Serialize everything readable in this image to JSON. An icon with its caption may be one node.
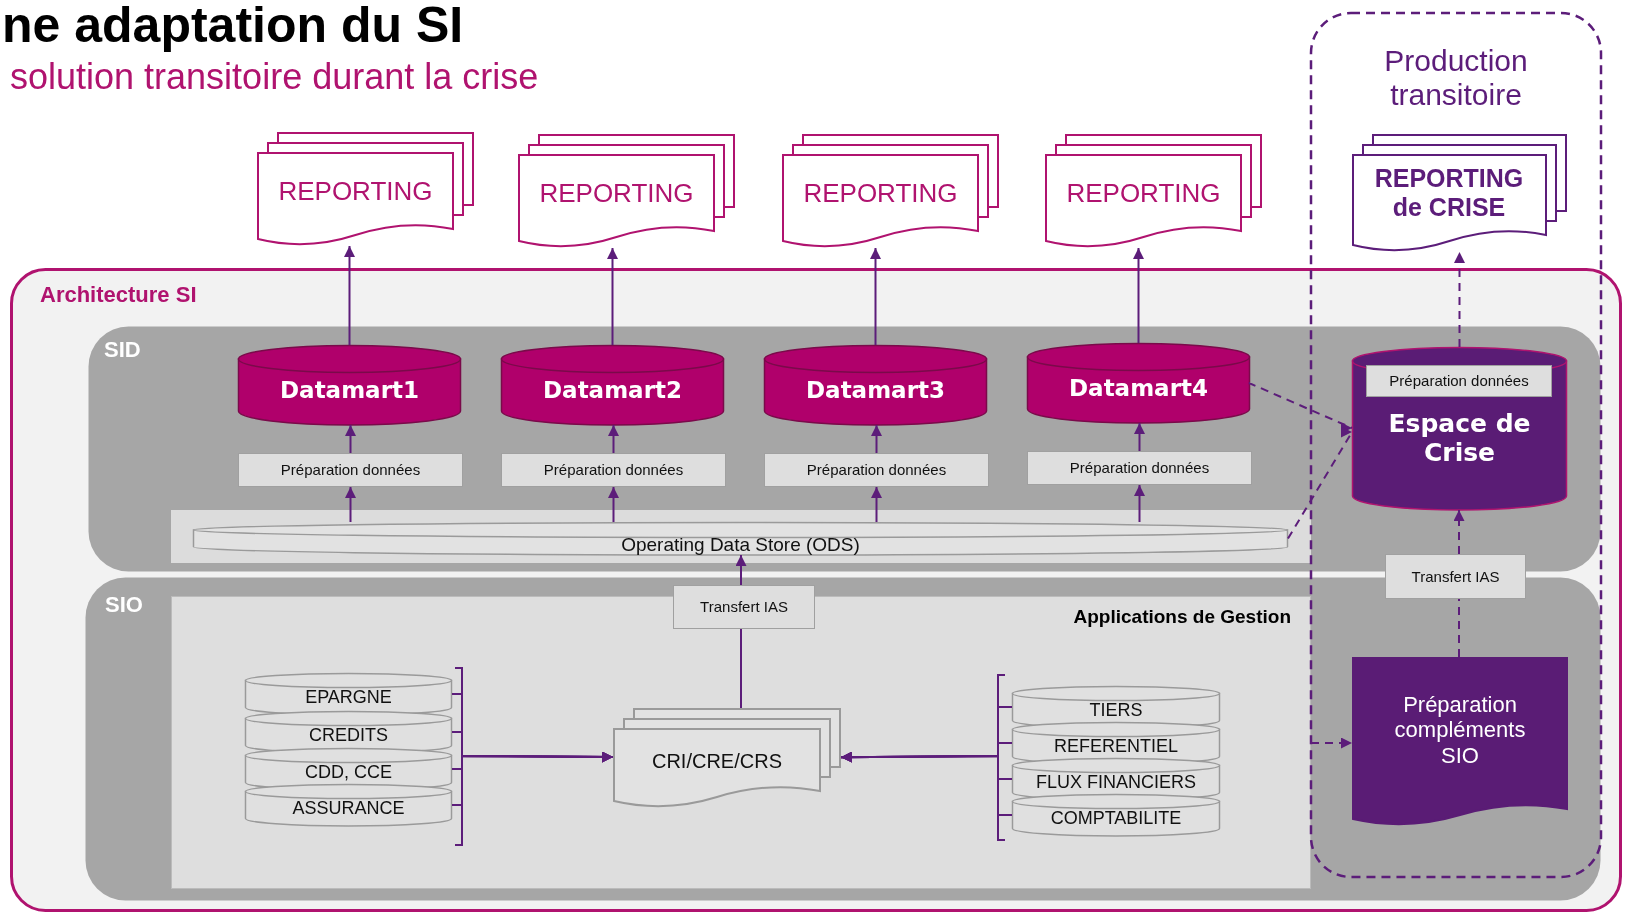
{
  "diagram": {
    "title": "ne adaptation du SI",
    "nodes": [
      {
        "text": [
          "Production transitoire"
        ]
      },
      {
        "text": [
          "REPORTING"
        ]
      },
      {
        "text": [
          "REPORTING"
        ]
      },
      {
        "text": [
          "REPORTING"
        ]
      },
      {
        "text": [
          "REPORTING"
        ]
      },
      {
        "text": [
          "REPORTING de CRISE"
        ],
        "in": 0
      },
      {
        "text": [
          "Architecture SI"
        ]
      },
      {
        "text": [
          "SID"
        ],
        "in": 6
      },
      {
        "text": [
          "Datamart1"
        ],
        "in": 7
      },
      {
        "text": [
          "Datamart2"
        ],
        "in": 7
      },
      {
        "text": [
          "Datamart3"
        ],
        "in": 7
      },
      {
        "text": [
          "Datamart4"
        ],
        "in": 7
      },
      {
        "text": [
          "Espace de Crise"
        ]
      },
      {
        "text": [
          "Préparation données"
        ],
        "in": 12
      },
      {
        "text": [
          "Préparation données"
        ],
        "in": 7
      },
      {
        "text": [
          "Préparation données"
        ],
        "in": 7
      },
      {
        "text": [
          "Préparation données"
        ],
        "in": 7
      },
      {
        "text": [
          "Préparation données"
        ],
        "in": 7
      },
      {
        "text": [
          "Operating Data Store (ODS)"
        ],
        "in": 7
      },
      {
        "text": [
          "Transfert IAS"
        ]
      },
      {
        "text": [
          "SIO"
        ],
        "in": 6
      },
      {
        "text": [
          "Applications de Gestion"
        ],
        "in": 20
      },
      {
        "text": [
          "Transfert IAS"
        ],
        "in": 20
      },
      {
        "text": [
          "CRI/CRE/CRS"
        ],
        "in": 21
      },
      {
        "text": [
          "EPARGNE"
        ],
        "in": 21
      },
      {
        "text": [
          "CREDITS"
        ],
        "in": 21
      },
      {
        "text": [
          "CDD, CCE"
        ],
        "in": 21
      },
      {
        "text": [
          "ASSURANCE"
        ],
        "in": 21
      },
      {
        "text": [
          "TIERS"
        ],
        "in": 21
      },
      {
        "text": [
          "REFERENTIEL"
        ],
        "in": 21
      },
      {
        "text": [
          "FLUX FINANCIERS"
        ],
        "in": 21
      },
      {
        "text": [
          "COMPTABILITE"
        ],
        "in": 21
      },
      {
        "text": [
          "Préparation compléments SIO"
        ]
      }
    ],
    "edges": [
      {
        "from": 8,
        "to": 1,
        "arrow": "to"
      },
      {
        "from": 9,
        "to": 2,
        "arrow": "to"
      },
      {
        "from": 10,
        "to": 3,
        "arrow": "to"
      },
      {
        "from": 11,
        "to": 4,
        "arrow": "to"
      },
      {
        "from": 14,
        "to": 8,
        "arrow": "to"
      },
      {
        "from": 15,
        "to": 9,
        "arrow": "to"
      },
      {
        "from": 16,
        "to": 10,
        "arrow": "to"
      },
      {
        "from": 17,
        "to": 11,
        "arrow": "to"
      },
      {
        "from": 18,
        "to": 14,
        "arrow": "to"
      },
      {
        "from": 18,
        "to": 15,
        "arrow": "to"
      },
      {
        "from": 18,
        "to": 16,
        "arrow": "to"
      },
      {
        "from": 18,
        "to": 17,
        "arrow": "to"
      },
      {
        "from": 22,
        "to": 18,
        "arrow": "to"
      },
      {
        "from": 23,
        "to": 22,
        "arrow": "none"
      },
      {
        "from": 24,
        "to": 23,
        "arrow": "to"
      },
      {
        "from": 25,
        "to": 23,
        "arrow": "to"
      },
      {
        "from": 26,
        "to": 23,
        "arrow": "to"
      },
      {
        "from": 27,
        "to": 23,
        "arrow": "to"
      },
      {
        "from": 28,
        "to": 23,
        "arrow": "to"
      },
      {
        "from": 29,
        "to": 23,
        "arrow": "to"
      },
      {
        "from": 30,
        "to": 23,
        "arrow": "to"
      },
      {
        "from": 31,
        "to": 23,
        "arrow": "to"
      },
      {
        "from": 11,
        "to": 12,
        "arrow": "to",
        "style": "dashed"
      },
      {
        "from": 18,
        "to": 12,
        "arrow": "to",
        "style": "dashed"
      },
      {
        "from": 12,
        "to": 5,
        "arrow": "to",
        "style": "dashed"
      },
      {
        "from": 32,
        "to": 19,
        "arrow": "none",
        "style": "dashed"
      },
      {
        "from": 19,
        "to": 12,
        "arrow": "to",
        "style": "dashed"
      },
      {
        "from": 21,
        "to": 32,
        "arrow": "to",
        "style": "dashed"
      }
    ],
    "labels": [
      "solution transitoire durant la crise"
    ]
  }
}
